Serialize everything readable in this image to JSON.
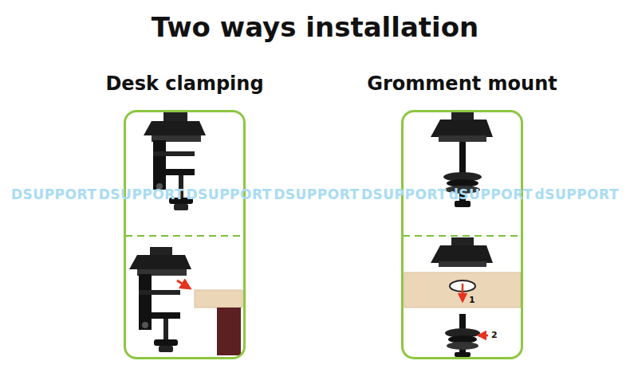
{
  "diagram": {
    "title": "Two ways installation",
    "nodes": [
      {
        "text": [
          "Desk clamping"
        ]
      },
      {
        "text": [
          "Gromment mount"
        ]
      }
    ],
    "labels": [
      "DSUPPORT",
      "DSUPPORT",
      "DSUPPORT",
      "DSUPPORT",
      "DSUPPORT",
      "dSUPPORT",
      "dSUPPORT",
      "1",
      "2"
    ]
  }
}
